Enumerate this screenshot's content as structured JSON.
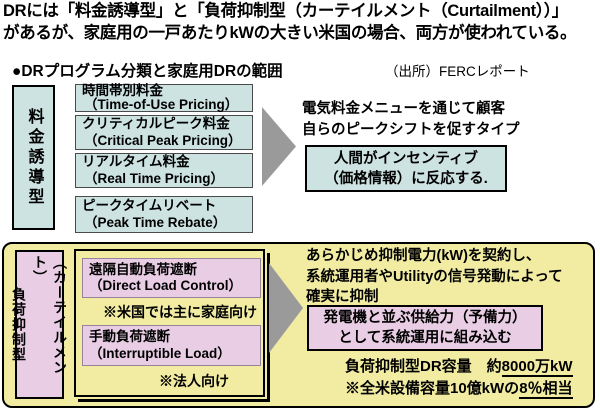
{
  "colors": {
    "blue": "#cde3e2",
    "yellow": "#f1eca2",
    "pink": "#e8cde4",
    "arrow": "#9a9a9a"
  },
  "page": {
    "intro_line1": "DRには「料金誘導型」と「負荷抑制型（カーテイルメント（Curtailment））」",
    "intro_line2": "があるが、家庭用の一戸あたりkWの大きい米国の場合、両方が使われている。",
    "heading": "●DRプログラム分類と家庭用DRの範囲",
    "source": "（出所）FERCレポート"
  },
  "price_section": {
    "label": "料金誘導型",
    "programs": [
      {
        "ja": "時間帯別料金",
        "en": "（Time-of-Use Pricing）"
      },
      {
        "ja": "クリティカルピーク料金",
        "en": "（Critical Peak Pricing）"
      },
      {
        "ja": "リアルタイム料金",
        "en": "（Real Time Pricing）"
      },
      {
        "ja": "ピークタイムリベート",
        "en": "（Peak Time Rebate）"
      }
    ],
    "description": "電気料金メニューを通じて顧客\n自らのピークシフトを促すタイプ",
    "callout": "人間がインセンティブ\n（価格情報）に反応する."
  },
  "curtailment_section": {
    "label_col_right": "（カーテイルメント）",
    "label_col_left": "負荷抑制型",
    "programs": [
      {
        "ja": "遠隔自動負荷遮断",
        "en": "（Direct Load Control）",
        "note": "※米国では主に家庭向け"
      },
      {
        "ja": "手動負荷遮断",
        "en": "（Interruptible Load）",
        "note": "※法人向け"
      }
    ],
    "description": "あらかじめ抑制電力(kW)を契約し、\n系統運用者やUtilityの信号発動によって\n確実に抑制",
    "callout": "発電機と並ぶ供給力（予備力）\nとして系統運用に組み込む",
    "capacity_line1_prefix": "負荷抑制型DR容量　約",
    "capacity_line1_value": "8000万kW",
    "capacity_line2_prefix": "※全米設備容量10億kWの",
    "capacity_line2_value": "8％相当"
  }
}
